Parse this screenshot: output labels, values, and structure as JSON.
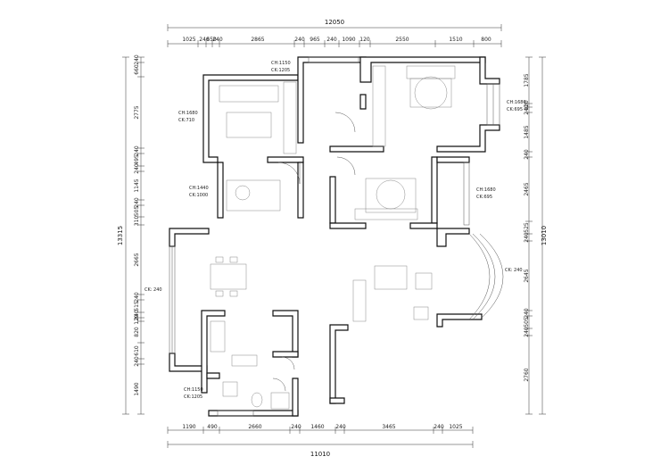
{
  "dimensions": {
    "top_overall": "12050",
    "top": [
      "1025",
      "240",
      "650",
      "240",
      "2865",
      "240",
      "965",
      "240",
      "1090",
      "120",
      "2550",
      "1510",
      "800"
    ],
    "bottom_overall": "11010",
    "bottom": [
      "1190",
      "490",
      "2660",
      "240",
      "1460",
      "240",
      "3465",
      "240",
      "1025"
    ],
    "left_overall": "13315",
    "left": [
      "240",
      "660",
      "2775",
      "240",
      "495",
      "240",
      "1145",
      "240",
      "505",
      "310",
      "2665",
      "240",
      "515",
      "240",
      "120",
      "820",
      "610",
      "240",
      "1490"
    ],
    "right_overall": "13010",
    "right": [
      "1785",
      "120",
      "240",
      "1485",
      "240",
      "2465",
      "525",
      "240",
      "2645",
      "240",
      "505",
      "240",
      "2760"
    ]
  },
  "notes": {
    "window_top_mid": [
      "CH:1150",
      "CK:1205"
    ],
    "window_left_upper": [
      "CH:1680",
      "CK:710"
    ],
    "window_right_upper": [
      "CH:1680",
      "CK:695"
    ],
    "window_left_mid": [
      "CH:1440",
      "CK:1000"
    ],
    "window_right_mid": [
      "CH:1680",
      "CK:695"
    ],
    "window_left_lower": "CK: 240",
    "window_right_lower": "CK: 240",
    "window_bottom": [
      "CH:1150",
      "CK:1205"
    ]
  },
  "colors": {
    "wall": "#111111",
    "line": "#333333",
    "furniture": "#888888"
  }
}
